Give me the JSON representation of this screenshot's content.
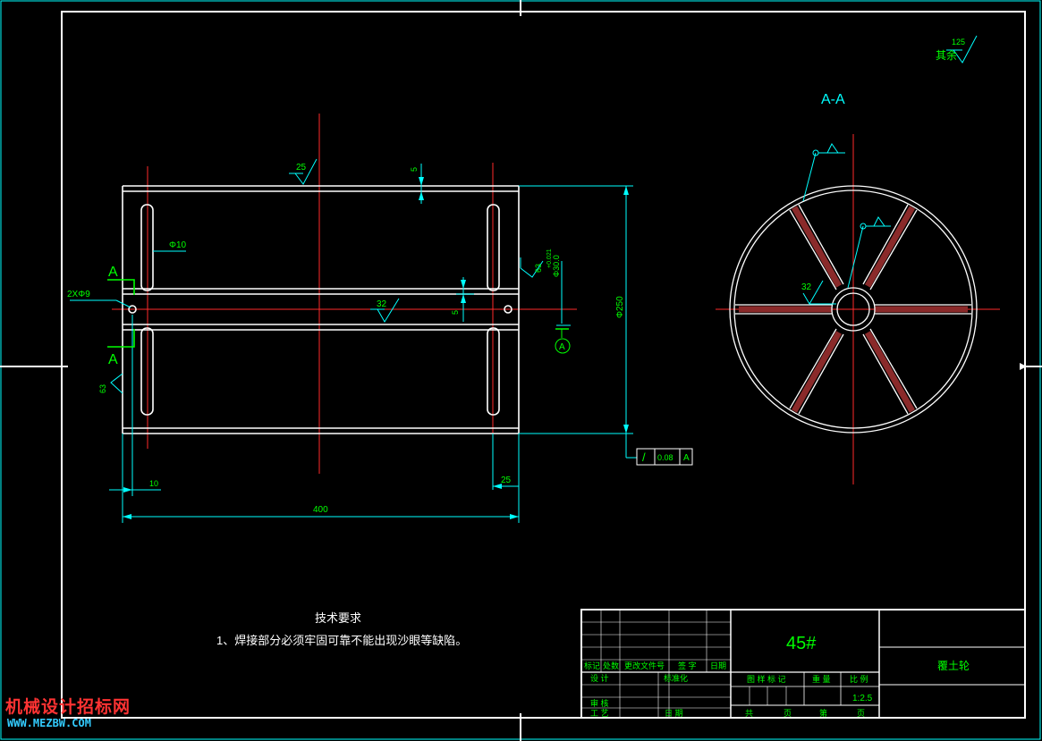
{
  "colors": {
    "background": "#000000",
    "outline": "#ffffff",
    "centerline": "#ff2a2a",
    "dimension": "#00ffff",
    "annotation": "#00ff00",
    "section_fill": "#8a2a2a",
    "watermark_text": "#ff3333",
    "watermark_url": "#33ccff"
  },
  "drawing": {
    "section_title": "A-A",
    "surface_other": "其余",
    "surface_other_value": "125",
    "roughness_top": "25",
    "roughness_middle": "32",
    "roughness_right": "63",
    "roughness_left": "63",
    "roughness_section": "32",
    "dim_wall": "5",
    "dim_shaft": "Φ10",
    "dim_bore_tol": "+0.021",
    "dim_bore": "Φ30.0",
    "dim_holes": "2XΦ9",
    "dim_collar": "5",
    "dim_diameter": "Φ250",
    "dim_left_offset": "10",
    "dim_right_offset": "25",
    "dim_length": "400",
    "section_mark_top": "A",
    "section_mark_bottom": "A",
    "datum_label": "A",
    "circularity_symbol": "/",
    "circularity_value": "0.08",
    "circularity_datum": "A"
  },
  "tech": {
    "heading": "技术要求",
    "note": "1、焊接部分必须牢固可靠不能出现沙眼等缺陷。"
  },
  "title_block": {
    "material": "45#",
    "part_name": "覆土轮",
    "h_mark": "标记",
    "h_count": "处数",
    "h_doc": "更改文件号",
    "h_sign": "签 字",
    "h_date": "日期",
    "r_design": "设 计",
    "r_std": "标准化",
    "r_check": "审 核",
    "r_process": "工 艺",
    "r_date": "日 期",
    "h_stage": "图 样 标 记",
    "h_weight": "重 量",
    "h_scale": "比 例",
    "scale_value": "1:2.5",
    "f_total": "共",
    "f_page": "页",
    "f_no": "第",
    "f_page2": "页"
  },
  "watermark": {
    "site": "机械设计招标网",
    "url": "WWW.MEZBW.COM"
  }
}
